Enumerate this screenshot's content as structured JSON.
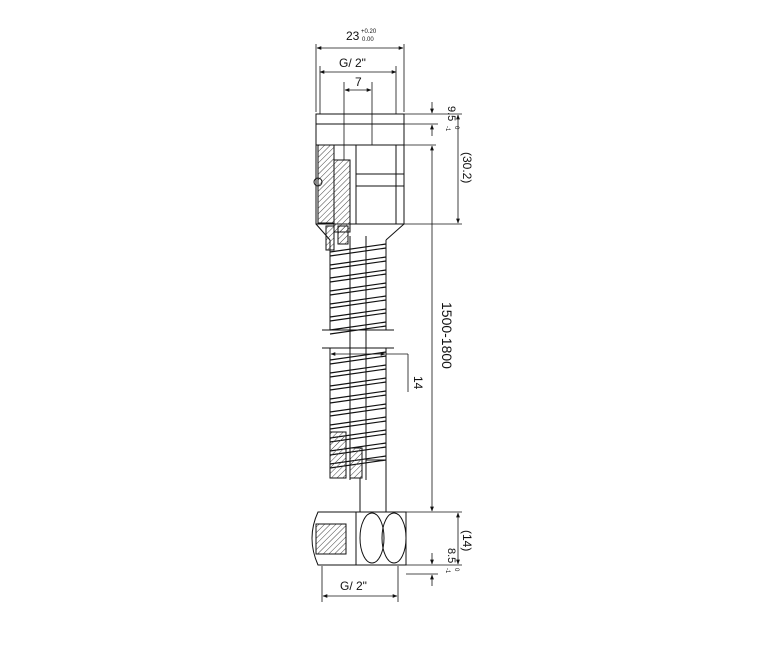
{
  "drawing": {
    "dims": {
      "outer_width": {
        "value": "23",
        "tol_upper": "+0.20",
        "tol_lower": "0.00"
      },
      "thread_top": "G/ 2\"",
      "thread_bottom": "G/ 2\"",
      "inner": "7",
      "nut_height": {
        "value": "9.5",
        "tol_upper": "0",
        "tol_lower": "-1"
      },
      "fitting_length": "(30.2)",
      "hose_length": "1500-1800",
      "hose_diameter": "14",
      "bottom_fitting": "(14)",
      "bottom_nut": {
        "value": "8.5",
        "tol_upper": "0",
        "tol_lower": "-1"
      }
    }
  }
}
